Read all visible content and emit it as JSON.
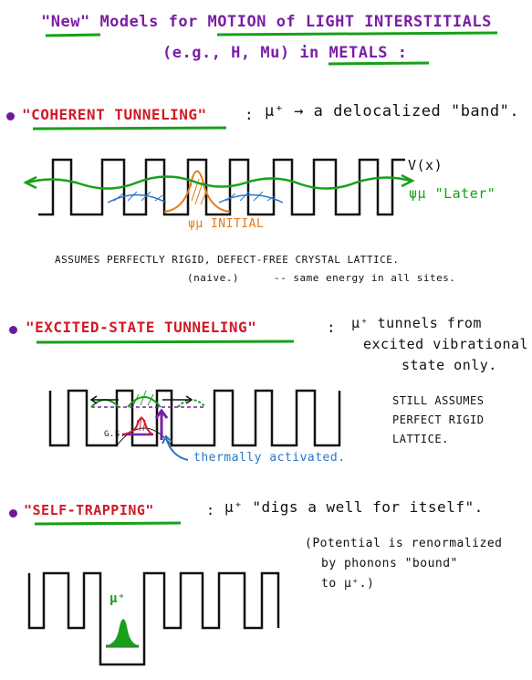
{
  "header": {
    "line1_a": "\"New\"",
    "line1_b": "Models for",
    "line1_c": "MOTION of LIGHT INTERSTITIALS",
    "line2_a": "(e.g., H, Mu)",
    "line2_b": "in",
    "line2_c": "METALS",
    "line2_d": ":"
  },
  "section1": {
    "title": "\"COHERENT TUNNELING\"",
    "colon": ":",
    "desc": "μ⁺ → a delocalized \"band\".",
    "label_v": "V(x)",
    "label_psi_later": "ψμ \"Later\"",
    "label_psi_initial": "ψμ INITIAL",
    "note1": "ASSUMES PERFECTLY RIGID, DEFECT-FREE CRYSTAL LATTICE.",
    "note2_a": "(naive.)",
    "note2_b": "-- same energy in all sites."
  },
  "section2": {
    "title": "\"EXCITED-STATE TUNNELING\"",
    "colon": ":",
    "desc1": "μ⁺ tunnels from",
    "desc2": "excited vibrational",
    "desc3": "state only.",
    "label_gs": "G.S.",
    "label_thermal": "thermally activated.",
    "note1": "STILL ASSUMES",
    "note2": "PERFECT RIGID",
    "note3": "LATTICE."
  },
  "section3": {
    "title": "\"SELF-TRAPPING\"",
    "colon": ":",
    "desc": "μ⁺ \"digs a well for itself\".",
    "note1": "(Potential is renormalized",
    "note2": "by phonons \"bound\"",
    "note3": "to μ⁺.)",
    "label_mu": "μ⁺"
  },
  "colors": {
    "purple": "#7a1fa6",
    "green": "#18a018",
    "red": "#d01a26",
    "orange": "#e07b14",
    "blue": "#2a74c9",
    "ink": "#111111"
  }
}
